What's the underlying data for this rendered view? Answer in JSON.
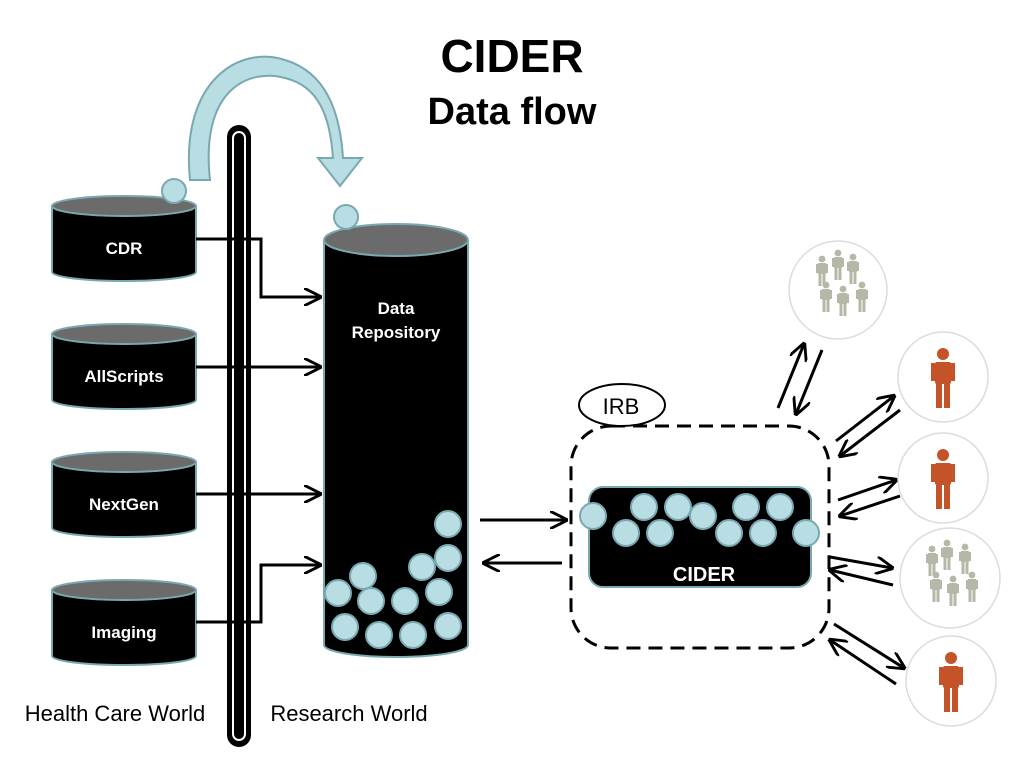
{
  "title": "CIDER",
  "subtitle": "Data flow",
  "sources": [
    {
      "label": "CDR"
    },
    {
      "label": "AllScripts"
    },
    {
      "label": "NextGen"
    },
    {
      "label": "Imaging"
    }
  ],
  "repository": {
    "line1": "Data",
    "line2": "Repository"
  },
  "irb_label": "IRB",
  "cider_label": "CIDER",
  "left_world": "Health Care World",
  "right_world": "Research World",
  "colors": {
    "bubble": "#b8dde3",
    "bubble_stroke": "#7aa8b0",
    "person_red": "#c4532a",
    "person_gray": "#b5b8a6",
    "cylinder_top": "#6b6b6b"
  },
  "icons": {
    "group": "people-group-icon",
    "person": "person-icon"
  }
}
